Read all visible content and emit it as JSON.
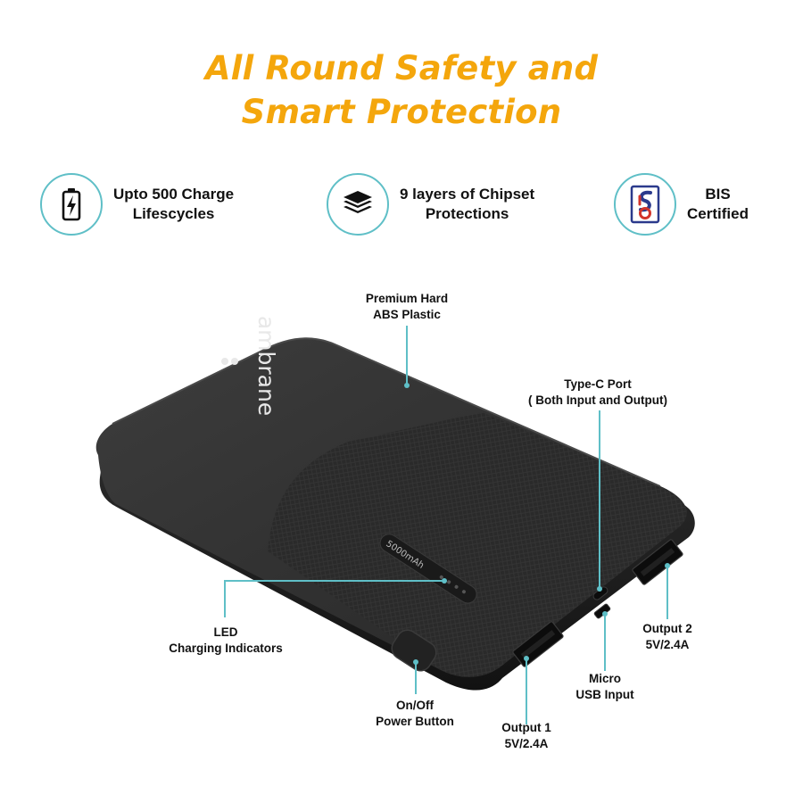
{
  "headline": {
    "line1": "All Round Safety and",
    "line2": "Smart Protection",
    "color": "#f4a60c"
  },
  "features": [
    {
      "icon": "battery-bolt-icon",
      "line1": "Upto 500 Charge",
      "line2": "Lifescycles"
    },
    {
      "icon": "layers-icon",
      "line1": "9 layers of Chipset",
      "line2": "Protections"
    },
    {
      "icon": "bis-mark-icon",
      "line1": "BIS",
      "line2": "Certified"
    }
  ],
  "accent_color": "#5fbfc7",
  "product": {
    "brand_logo": "ambrane",
    "capacity_mark": "5000mAh"
  },
  "callouts": {
    "material": {
      "line1": "Premium Hard",
      "line2": "ABS Plastic"
    },
    "type_c": {
      "line1": "Type-C Port",
      "line2": "( Both Input and Output)"
    },
    "led": {
      "line1": "LED",
      "line2": "Charging Indicators"
    },
    "power": {
      "line1": "On/Off",
      "line2": "Power Button"
    },
    "output1": {
      "line1": "Output 1",
      "line2": "5V/2.4A"
    },
    "micro_usb": {
      "line1": "Micro",
      "line2": "USB Input"
    },
    "output2": {
      "line1": "Output 2",
      "line2": "5V/2.4A"
    }
  }
}
